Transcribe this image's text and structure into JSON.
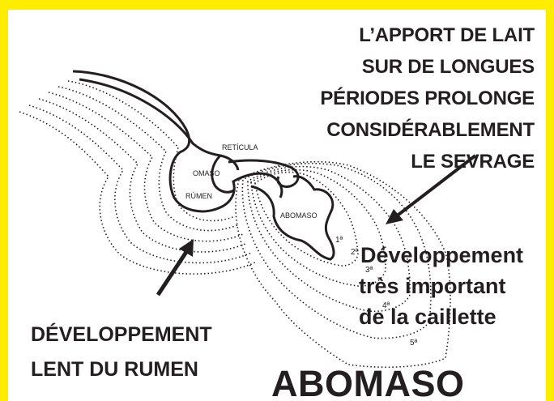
{
  "headline": {
    "lines": [
      "L’APPORT DE LAIT",
      "SUR DE LONGUES",
      "PÉRIODES PROLONGE",
      "CONSIDÉRABLEMENT",
      "LE SEVRAGE"
    ]
  },
  "callout_abomasum": {
    "lines": [
      "Développement",
      "très important",
      "de la caillette"
    ]
  },
  "callout_rumen": {
    "lines": [
      "DÉVELOPPEMENT",
      "LENT DU RUMEN"
    ]
  },
  "big_label": "ABOMASO",
  "organ_labels": {
    "reticula": "RETÍCULA",
    "omaso": "OMASO",
    "rumen": "RÚMEN",
    "abomaso": "ABOMASO"
  },
  "stage_labels": [
    "1ª",
    "2ª",
    "3ª",
    "4ª",
    "5ª"
  ],
  "colors": {
    "frame": "#FFED00",
    "ink": "#231F20",
    "panel": "#FFFFFF"
  }
}
